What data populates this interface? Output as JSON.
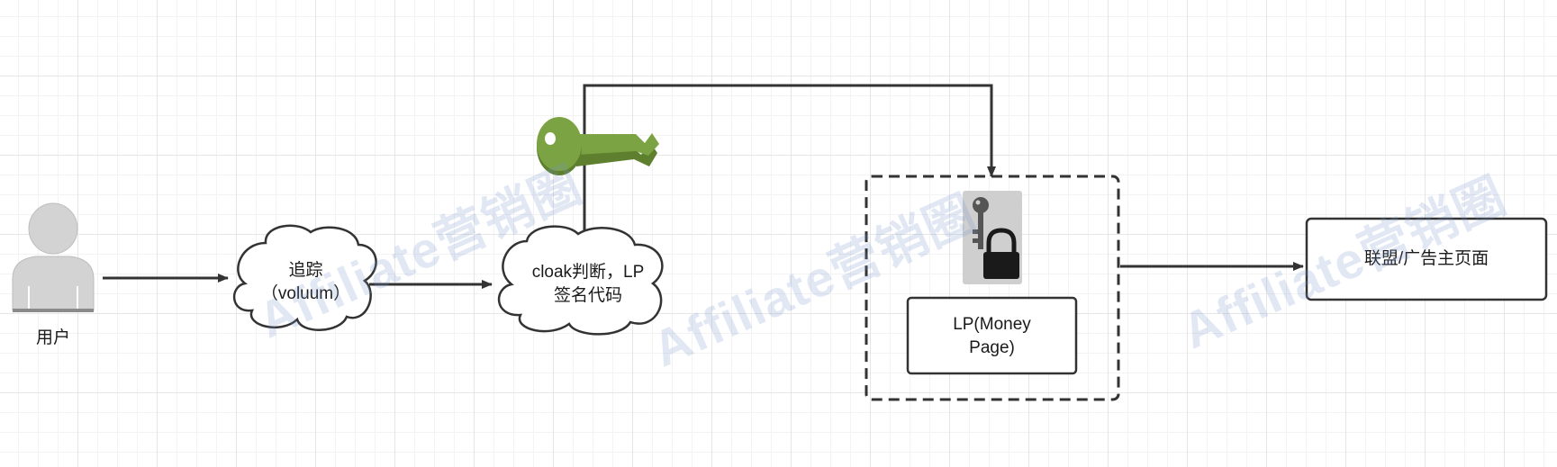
{
  "nodes": {
    "user": {
      "label": "用户"
    },
    "tracker": {
      "line1": "追踪",
      "line2": "（voluum）"
    },
    "cloak": {
      "line1": "cloak判断，LP",
      "line2": "签名代码"
    },
    "lp": {
      "line1": "LP(Money",
      "line2": "Page)"
    },
    "affiliate": {
      "label": "联盟/广告主页面"
    }
  },
  "icons": {
    "user": "user-icon",
    "key": "key-icon",
    "lock": "key-lock-icon"
  },
  "colors": {
    "stroke": "#333333",
    "cloud_fill": "#ffffff",
    "key_green": "#759c3e",
    "lock_bg": "#cfcfcf",
    "person_gray": "#d0d0d0"
  },
  "watermark": "Affiliate营销圈"
}
